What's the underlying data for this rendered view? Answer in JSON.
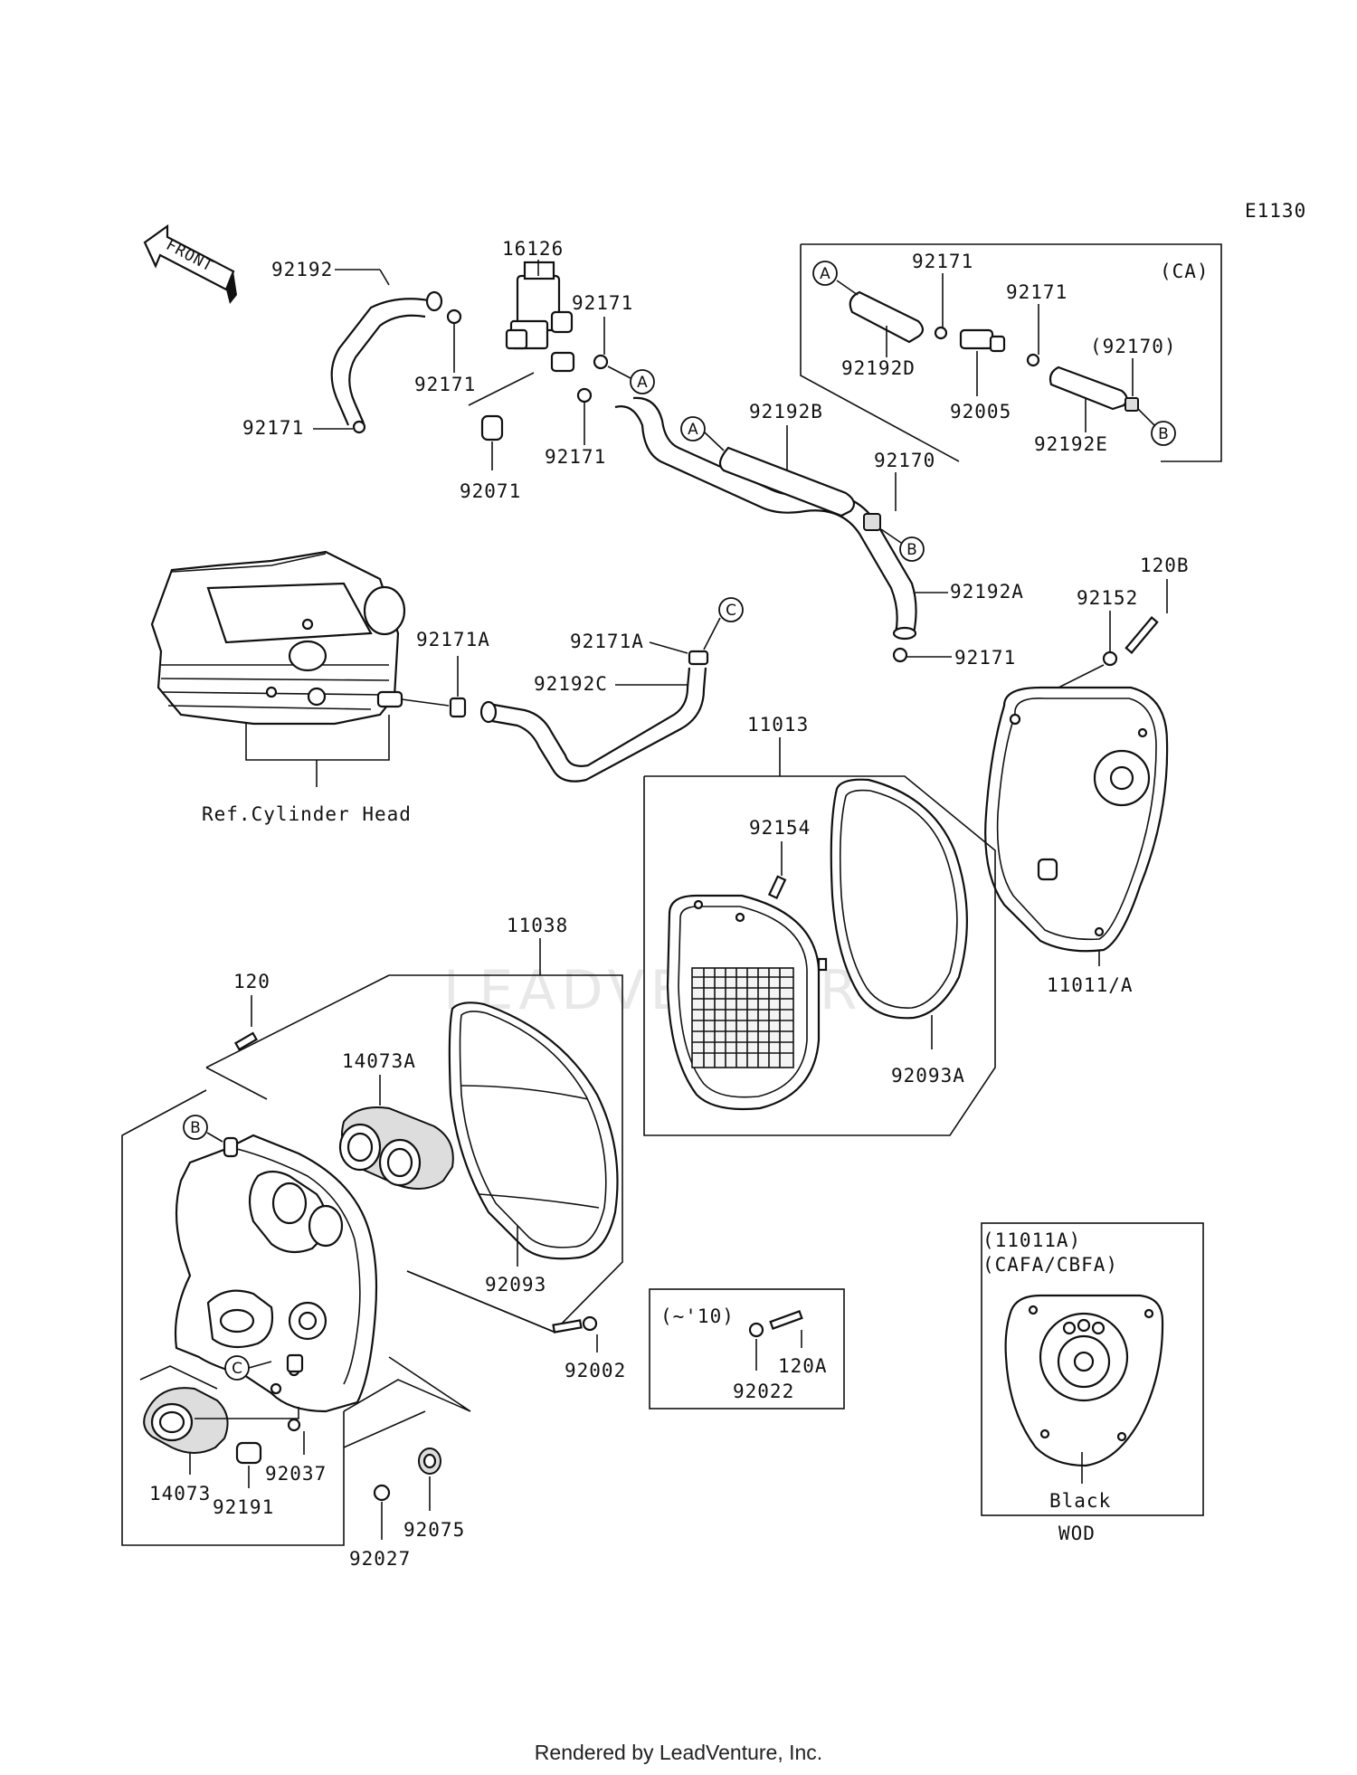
{
  "diagram_code": "E1130",
  "front_label": "FRONT",
  "watermark": "LEADVENTURE",
  "footer": "Rendered by LeadVenture, Inc.",
  "labels": {
    "p16126": "16126",
    "p92192": "92192",
    "p92171_a": "92171",
    "p92171_b": "92171",
    "p92171_c": "92171",
    "p92171_d": "92171",
    "p92071": "92071",
    "p92192b": "92192B",
    "p92170": "92170",
    "p92192a": "92192A",
    "p92171_e": "92171",
    "p92171a_a": "92171A",
    "p92171a_b": "92171A",
    "p92192c": "92192C",
    "ref_cyl": "Ref.Cylinder Head",
    "p120b": "120B",
    "p92152": "92152",
    "p11013": "11013",
    "p92154": "92154",
    "p11011a": "11011/A",
    "p92093a": "92093A",
    "p11038": "11038",
    "p120": "120",
    "p14073a": "14073A",
    "p92093": "92093",
    "p92002": "92002",
    "p14073": "14073",
    "p92037": "92037",
    "p92191": "92191",
    "p92027": "92027",
    "p92075": "92075",
    "p92022": "92022",
    "p120a": "120A",
    "tilde10": "(~'10)",
    "ca": "(CA)",
    "ca_92171_a": "92171",
    "ca_92171_b": "92171",
    "ca_92170": "(92170)",
    "ca_92192d": "92192D",
    "ca_92005": "92005",
    "ca_92192e": "92192E",
    "inset_11011a": "(11011A)",
    "inset_cafa": "(CAFA/CBFA)",
    "black": "Black",
    "wod": "WOD"
  },
  "markers": {
    "a": "A",
    "b": "B",
    "c": "C"
  }
}
